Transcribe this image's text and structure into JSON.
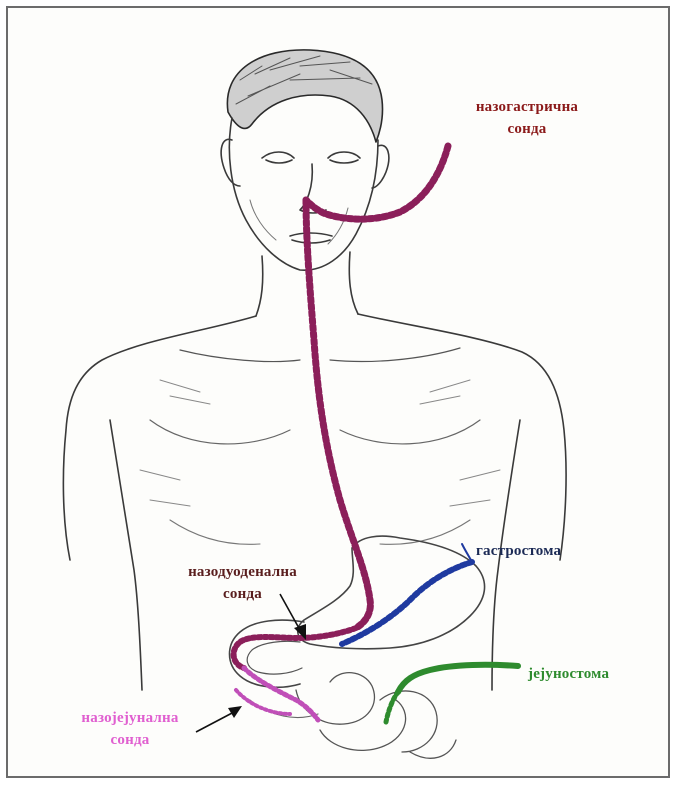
{
  "labels": {
    "nasogastric": {
      "line1": "назогастрична",
      "line2": "сонда",
      "color": "#8b1a1a"
    },
    "gastrostomy": {
      "text": "гастростома",
      "color": "#1b2a55"
    },
    "nasoduodenal": {
      "line1": "назодуоденална",
      "line2": "сонда",
      "color": "#5a1e1e"
    },
    "jejunostomy": {
      "text": "јејуностома",
      "color": "#2e8b2e"
    },
    "nasojejunal": {
      "line1": "назојејунална",
      "line2": "сонда",
      "color": "#e05fd0"
    }
  },
  "colors": {
    "tube_nasal": "#8b1f5a",
    "tube_gastro": "#1f3aa0",
    "tube_jejuno": "#2e8b2e",
    "tube_nasojejunal": "#c04fb8",
    "line_art": "#3a3a3a"
  }
}
